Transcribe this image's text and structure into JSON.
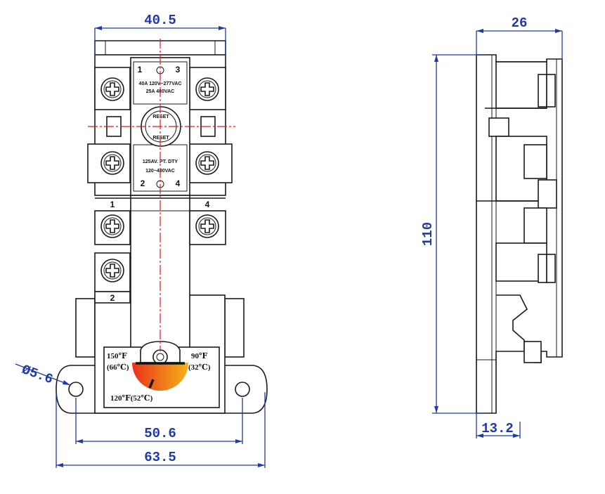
{
  "dimensions": {
    "top_width": "40.5",
    "side_depth": "26",
    "height": "110",
    "hole_diameter": "Ø5.6",
    "hole_spacing": "50.6",
    "overall_width": "63.5",
    "flange_depth": "13.2"
  },
  "label_block_top": {
    "terminal_left": "1",
    "terminal_right": "3",
    "rating_line1": "40A 120V~277VAC",
    "rating_line2": "25A 480VAC"
  },
  "reset_button": {
    "text_top": "RESET",
    "text_bottom": "RESET"
  },
  "label_block_bottom": {
    "line1": "125AV. PT. DTY",
    "line2": "120~480VAC",
    "terminal_left": "2",
    "terminal_right": "4"
  },
  "terminal_labels": {
    "left_upper": "1",
    "right_upper": "4",
    "left_lower": "2"
  },
  "dial": {
    "left_f": "150℉",
    "left_c": "(66℃)",
    "right_f": "90℉",
    "right_c": "(32℃)",
    "bottom": "120℉(52℃)",
    "gradient_colors": [
      "#e8321c",
      "#f7b21a"
    ]
  }
}
